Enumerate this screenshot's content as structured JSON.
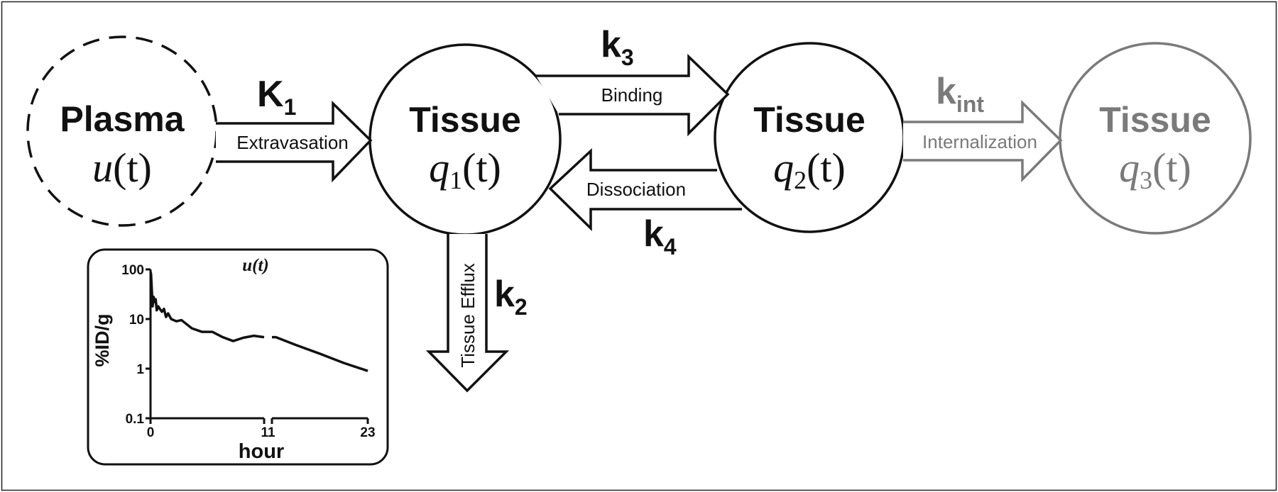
{
  "colors": {
    "main": "#111111",
    "faded": "#7a7a7a",
    "background": "#ffffff"
  },
  "compartments": {
    "plasma": {
      "name": "Plasma",
      "fn": "u",
      "arg": "(t)"
    },
    "tissue1": {
      "name": "Tissue",
      "fn": "q",
      "sub": "1",
      "arg": "(t)"
    },
    "tissue2": {
      "name": "Tissue",
      "fn": "q",
      "sub": "2",
      "arg": "(t)"
    },
    "tissue3": {
      "name": "Tissue",
      "fn": "q",
      "sub": "3",
      "arg": "(t)"
    }
  },
  "rates": {
    "K1": {
      "base": "K",
      "sub": "1",
      "process": "Extravasation"
    },
    "k2": {
      "base": "k",
      "sub": "2",
      "process": "Tissue Efflux"
    },
    "k3": {
      "base": "k",
      "sub": "3",
      "process": "Binding"
    },
    "k4": {
      "base": "k",
      "sub": "4",
      "process": "Dissociation"
    },
    "kint": {
      "base": "k",
      "sub": "int",
      "process": "Internalization"
    }
  },
  "inset_chart": {
    "title": "u(t)",
    "xlabel": "hour",
    "ylabel": "%ID/g"
  },
  "chart_data": {
    "type": "line",
    "title": "u(t)",
    "xlabel": "hour",
    "ylabel": "%ID/g",
    "yscale": "log",
    "ylim": [
      0.1,
      100
    ],
    "xticks": [
      "0",
      "11",
      "23"
    ],
    "yticks": [
      "100",
      "10",
      "1",
      "0.1"
    ],
    "axis_break_at": 11,
    "series": [
      {
        "x": [
          0,
          0.05,
          0.1,
          0.2,
          0.3,
          0.4,
          0.5,
          0.6,
          0.75,
          0.9,
          1.1,
          1.3,
          1.5,
          1.7,
          2,
          2.5,
          3,
          4,
          5,
          6,
          7,
          8,
          9,
          10,
          11,
          11.5,
          14,
          17,
          20,
          23
        ],
        "y": [
          90,
          80,
          50,
          18,
          28,
          22,
          25,
          15,
          18,
          16,
          14,
          16,
          11,
          13,
          10,
          9,
          9.5,
          6.5,
          5.5,
          5.5,
          4.3,
          3.6,
          4.2,
          4.6,
          4.3,
          4.3,
          3,
          2,
          1.3,
          0.9
        ]
      }
    ]
  }
}
